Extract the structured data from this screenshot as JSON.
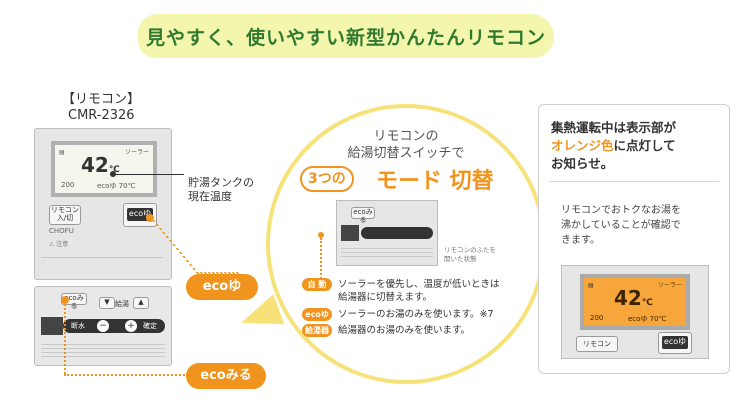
{
  "banner": {
    "title": "見やすく、使いやすい新型かんたんリモコン"
  },
  "model": {
    "line1": "【リモコン】",
    "line2": "CMR-2326"
  },
  "remote": {
    "screen_label": "ソーラー",
    "temp": "42",
    "unit": "℃",
    "bottom_left": "200",
    "bottom_right": "ecoゆ 70℃",
    "btn_remote": "リモコン入/切",
    "btn_eco": "ecoゆ",
    "brand": "CHOFU",
    "warning": "⚠ 注意"
  },
  "annotation": {
    "tank_temp_line1": "貯湯タンクの",
    "tank_temp_line2": "現在温度"
  },
  "callouts": {
    "eco_yu": "ecoゆ",
    "eco_miru": "ecoみる"
  },
  "bubble": {
    "title_line1": "リモコンの",
    "title_line2": "給湯切替スイッチで",
    "three": "3つの",
    "mode_label": "モード 切替",
    "cover_note_line1": "リモコンのふたを",
    "cover_note_line2": "開いた状態",
    "modes": [
      {
        "label": "自 動",
        "desc1": "ソーラーを優先し、温度が低いときは",
        "desc2": "給湯器に切替えます。"
      },
      {
        "label": "ecoゆ",
        "desc1": "ソーラーのお湯のみを使います。※7",
        "desc2": ""
      },
      {
        "label": "給湯器",
        "desc1": "給湯器のお湯のみを使います。",
        "desc2": ""
      }
    ]
  },
  "lower_remote": {
    "btn_ecomiru": "ecoみる",
    "btn_kyuto": "給湯",
    "btn_up": "▲",
    "btn_down": "▼",
    "btn_dansui": "断水",
    "btn_kettei": "確定",
    "btn_minus": "−",
    "btn_plus": "+"
  },
  "panel": {
    "title_line1": "集熱運転中は表示部が",
    "title_orange": "オレンジ色",
    "title_line2b": "に点灯して",
    "title_line3": "お知らせ。",
    "text_line1": "リモコンでおトクなお湯を",
    "text_line2": "沸かしていることが確認で",
    "text_line3": "きます。",
    "screen_label": "ソーラー",
    "temp": "42",
    "unit": "℃",
    "bottom_left": "200",
    "bottom_right": "ecoゆ 70℃",
    "btn_remote": "リモコン",
    "btn_eco": "ecoゆ"
  },
  "colors": {
    "accent": "#f0941e",
    "banner_bg": "#f4f6ad",
    "banner_text": "#2f7a2f",
    "bubble_border": "#f7e27a"
  }
}
